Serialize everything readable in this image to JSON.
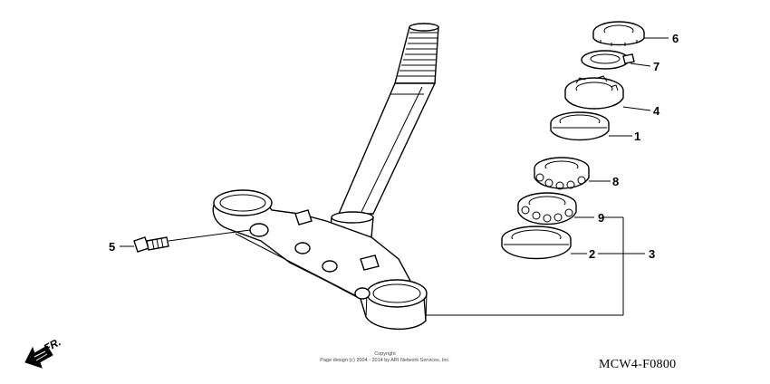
{
  "callouts": [
    {
      "id": "6",
      "label": "6"
    },
    {
      "id": "7",
      "label": "7"
    },
    {
      "id": "4",
      "label": "4"
    },
    {
      "id": "1",
      "label": "1"
    },
    {
      "id": "8",
      "label": "8"
    },
    {
      "id": "9",
      "label": "9"
    },
    {
      "id": "2",
      "label": "2"
    },
    {
      "id": "3",
      "label": "3"
    },
    {
      "id": "5",
      "label": "5"
    }
  ],
  "front_label": "FR.",
  "copyright": {
    "line1": "Copyright",
    "line2": "Page design (c) 2004 - 2014 by ARI Network Services, Inc."
  },
  "diagram_code": "MCW4-F0800"
}
